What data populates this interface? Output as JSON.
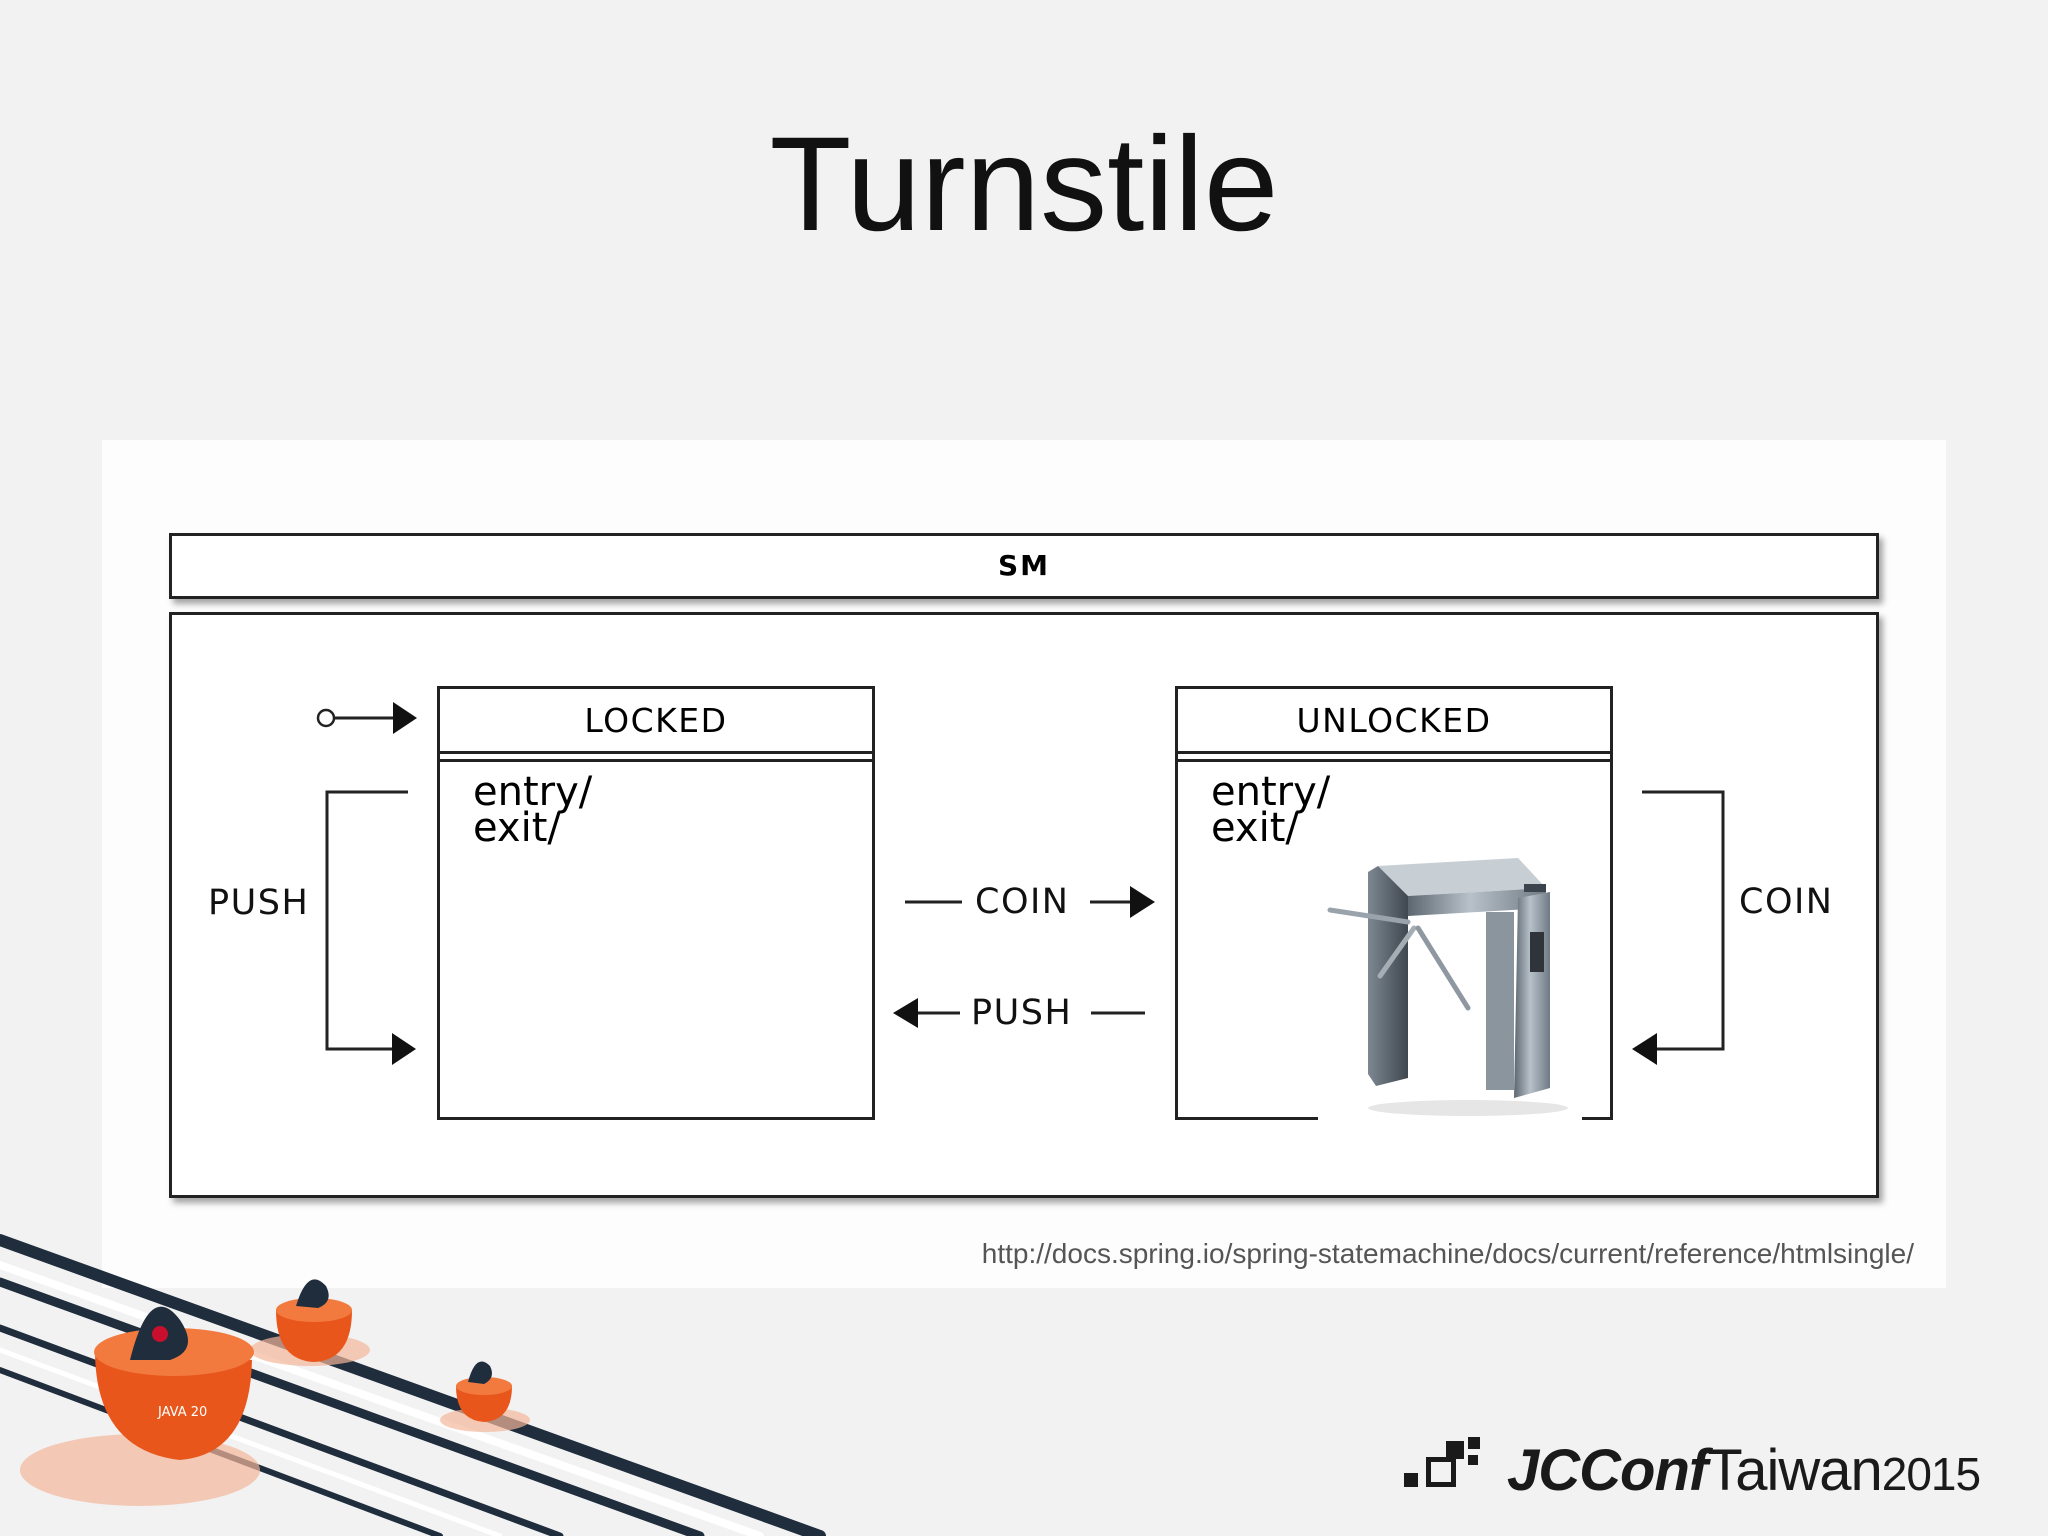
{
  "slide": {
    "title": "Turnstile"
  },
  "diagram": {
    "machine_name": "SM",
    "states": [
      {
        "name": "LOCKED",
        "entry": "entry/",
        "exit": "exit/",
        "initial": true
      },
      {
        "name": "UNLOCKED",
        "entry": "entry/",
        "exit": "exit/",
        "initial": false
      }
    ],
    "transitions": [
      {
        "from": "LOCKED",
        "to": "LOCKED",
        "event": "PUSH"
      },
      {
        "from": "LOCKED",
        "to": "UNLOCKED",
        "event": "COIN"
      },
      {
        "from": "UNLOCKED",
        "to": "LOCKED",
        "event": "PUSH"
      },
      {
        "from": "UNLOCKED",
        "to": "UNLOCKED",
        "event": "COIN"
      }
    ],
    "image": "turnstile-photo"
  },
  "source": {
    "url": "http://docs.spring.io/spring-statemachine/docs/current/reference/htmlsingle/"
  },
  "branding": {
    "logo_bold": "JCConf",
    "logo_light": "Taiwan",
    "logo_year": "2015",
    "accent_colors": {
      "orange": "#e8561c",
      "navy": "#1f2d3d",
      "logo_black": "#1a1a1a"
    }
  }
}
